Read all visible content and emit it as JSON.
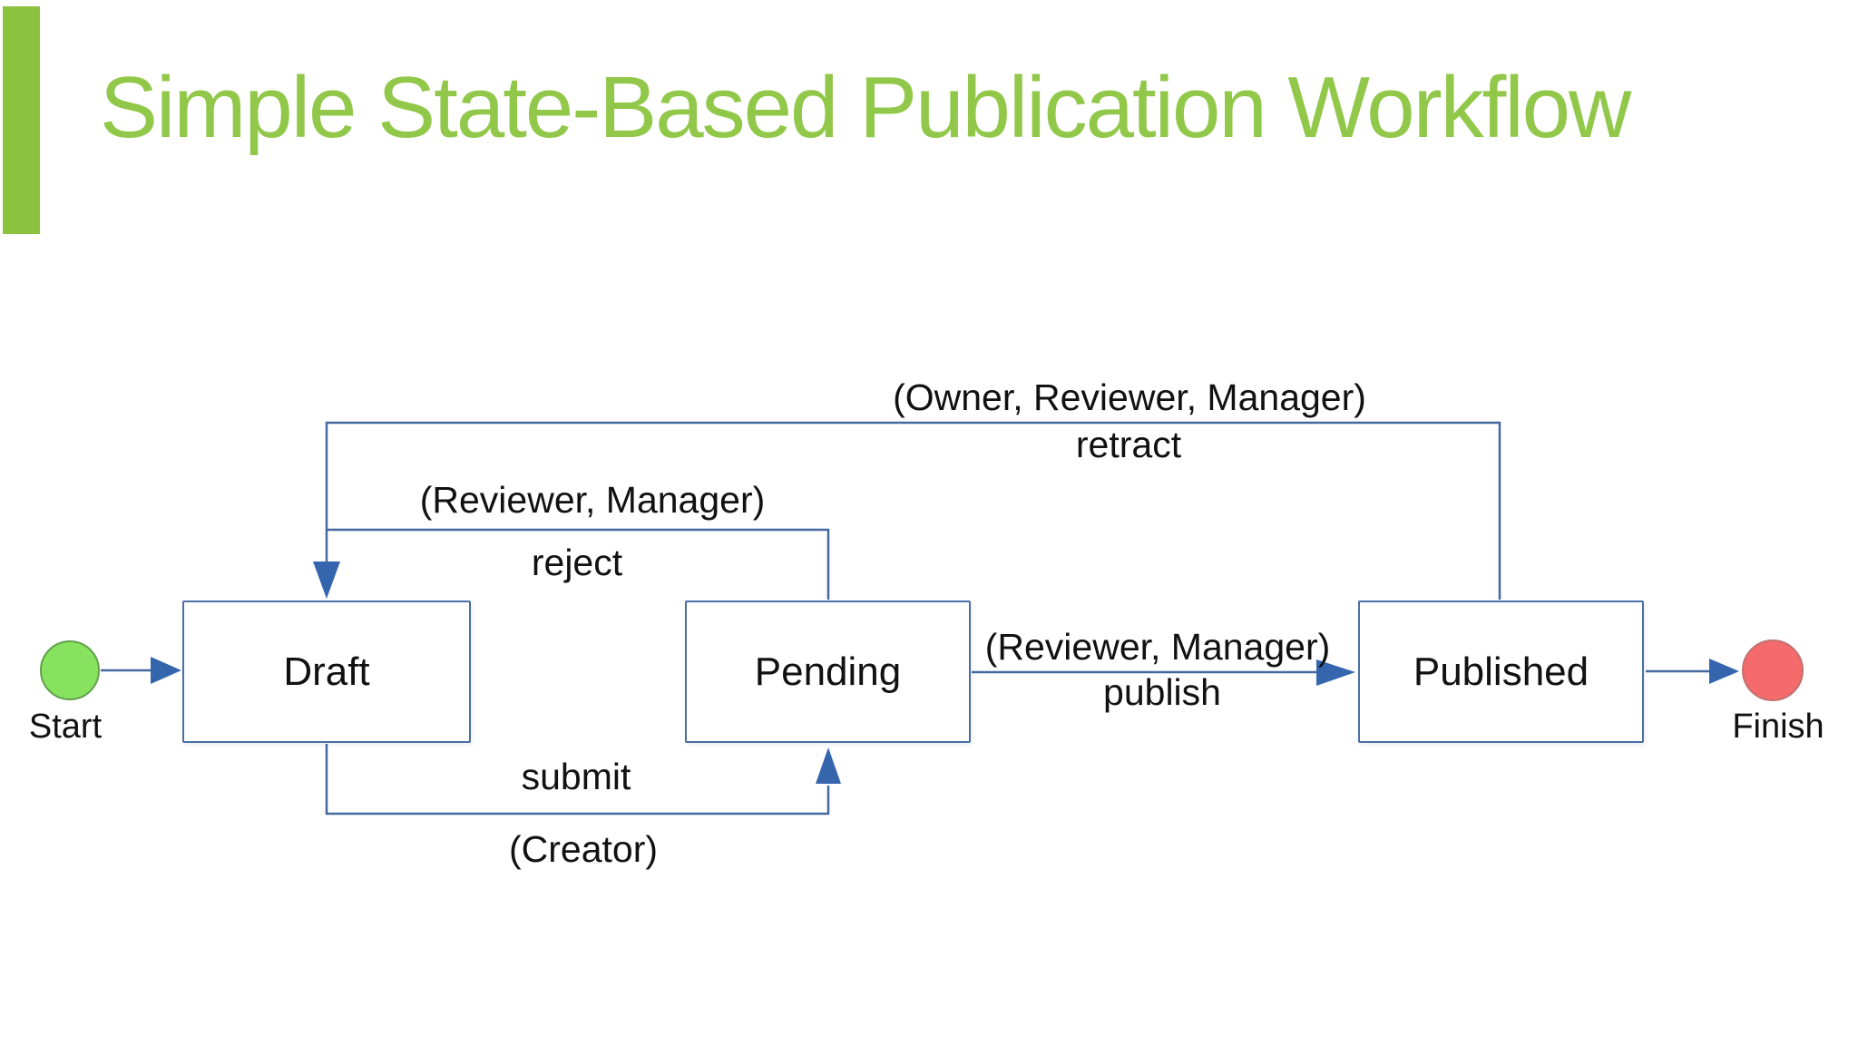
{
  "slide": {
    "title": "Simple State-Based Publication Workflow"
  },
  "colors": {
    "accent_green": "#8cc33e",
    "title_green": "#91c84a",
    "connector_blue": "#44699f",
    "arrowhead_blue": "#3465ad",
    "state_border_blue": "#4a6fa5",
    "start_fill_green": "#87e35f",
    "finish_fill_red": "#f56b6b",
    "text_color": "#111111"
  },
  "diagram": {
    "states": [
      {
        "id": "draft",
        "label": "Draft"
      },
      {
        "id": "pending",
        "label": "Pending"
      },
      {
        "id": "published",
        "label": "Published"
      }
    ],
    "terminals": [
      {
        "id": "start",
        "label": "Start"
      },
      {
        "id": "finish",
        "label": "Finish"
      }
    ],
    "transitions": [
      {
        "id": "submit",
        "label": "submit",
        "roles": "(Creator)",
        "from": "Draft",
        "to": "Pending"
      },
      {
        "id": "reject",
        "label": "reject",
        "roles": "(Reviewer, Manager)",
        "from": "Pending",
        "to": "Draft"
      },
      {
        "id": "publish",
        "label": "publish",
        "roles": "(Reviewer, Manager)",
        "from": "Pending",
        "to": "Published"
      },
      {
        "id": "retract",
        "label": "retract",
        "roles": "(Owner, Reviewer, Manager)",
        "from": "Published",
        "to": "Draft"
      }
    ]
  }
}
